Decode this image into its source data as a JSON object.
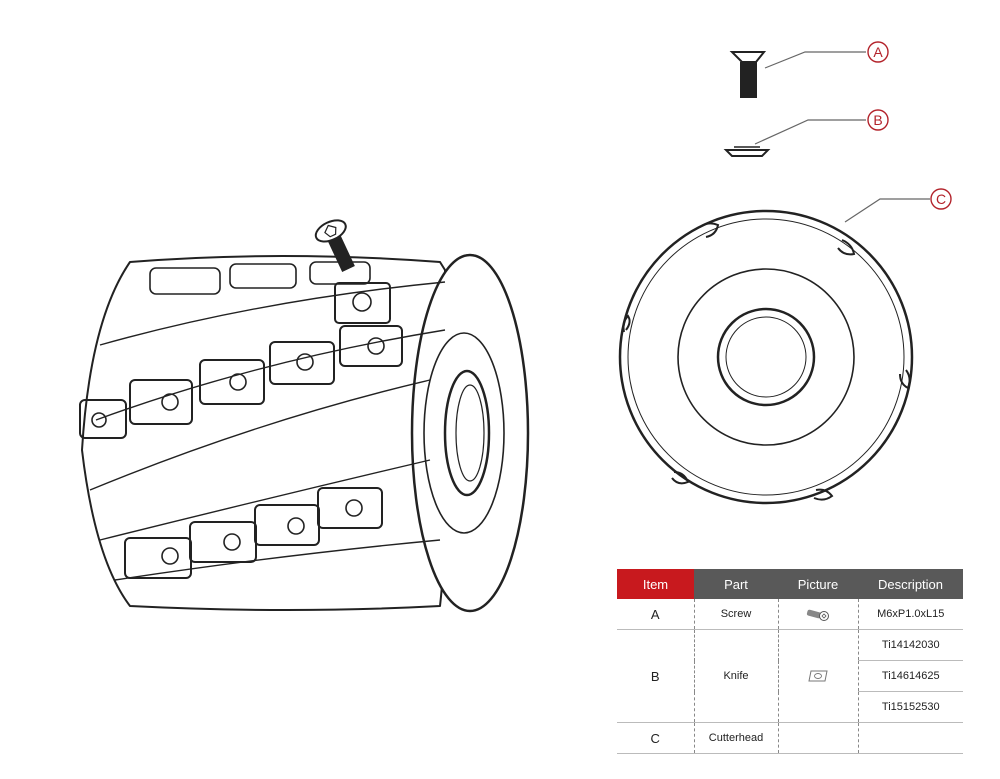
{
  "callouts": {
    "a": "A",
    "b": "B",
    "c": "C"
  },
  "colors": {
    "accent": "#c8191e",
    "header_gray": "#595959",
    "callout": "#b3232b"
  },
  "table": {
    "headers": {
      "item": "Item",
      "part": "Part",
      "picture": "Picture",
      "description": "Description"
    },
    "rows": [
      {
        "item": "A",
        "part": "Screw",
        "picture_icon": "screw-icon",
        "descriptions": [
          "M6xP1.0xL15"
        ]
      },
      {
        "item": "B",
        "part": "Knife",
        "picture_icon": "knife-insert-icon",
        "descriptions": [
          "Ti14142030",
          "Ti14614625",
          "Ti15152530"
        ]
      },
      {
        "item": "C",
        "part": "Cutterhead",
        "picture_icon": "",
        "descriptions": [
          ""
        ]
      }
    ]
  }
}
